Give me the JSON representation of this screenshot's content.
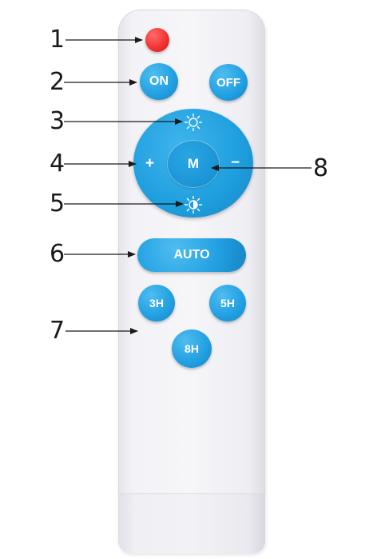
{
  "remote": {
    "on_label": "ON",
    "off_label": "OFF",
    "center_label": "M",
    "plus_label": "+",
    "minus_label": "−",
    "auto_label": "AUTO",
    "timer_3h": "3H",
    "timer_5h": "5H",
    "timer_8h": "8H"
  },
  "icons": {
    "top": "sun-bright-icon",
    "bottom": "sun-dim-icon"
  },
  "callouts": [
    "1",
    "2",
    "3",
    "4",
    "5",
    "6",
    "7",
    "8"
  ],
  "colors": {
    "button_blue": "#209fe1",
    "power_red": "#f0302f",
    "remote_body": "#f3f3f7"
  }
}
